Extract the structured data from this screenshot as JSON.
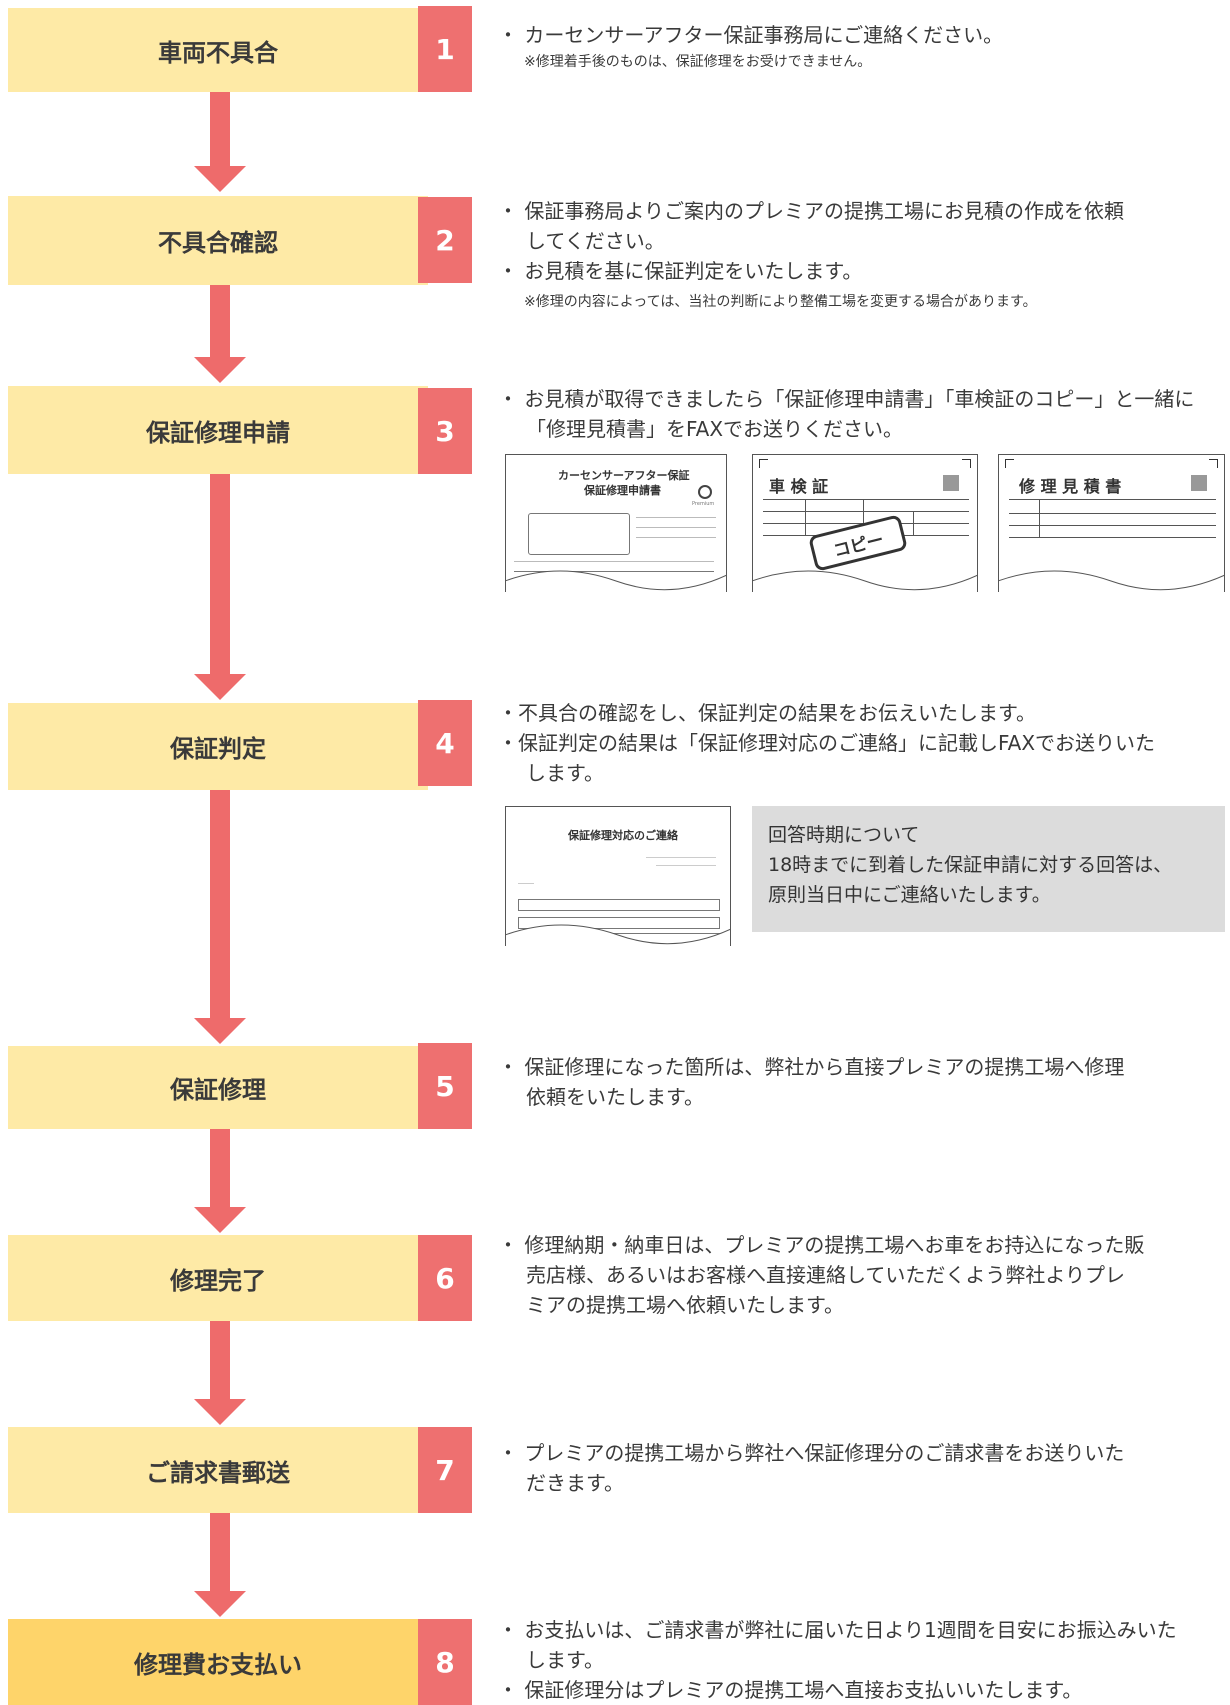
{
  "steps": [
    {
      "label": "車両不具合",
      "num": "1"
    },
    {
      "label": "不具合確認",
      "num": "2"
    },
    {
      "label": "保証修理申請",
      "num": "3"
    },
    {
      "label": "保証判定",
      "num": "4"
    },
    {
      "label": "保証修理",
      "num": "5"
    },
    {
      "label": "修理完了",
      "num": "6"
    },
    {
      "label": "ご請求書郵送",
      "num": "7"
    },
    {
      "label": "修理費お支払い",
      "num": "8"
    }
  ],
  "desc": {
    "s1": {
      "b1": "・ カーセンサーアフター保証事務局にご連絡ください。",
      "note": "※修理着手後のものは、保証修理をお受けできません。"
    },
    "s2": {
      "b1a": "・ 保証事務局よりご案内のプレミアの提携工場にお見積の作成を依頼",
      "b1b": "してください。",
      "b2": "・ お見積を基に保証判定をいたします。",
      "note": "※修理の内容によっては、当社の判断により整備工場を変更する場合があります。"
    },
    "s3": {
      "b1a": "・ お見積が取得できましたら「保証修理申請書」「車検証のコピー」と一緒に",
      "b1b": "「修理見積書」をFAXでお送りください。"
    },
    "s4": {
      "b1": "・不具合の確認をし、保証判定の結果をお伝えいたします。",
      "b2a": "・保証判定の結果は「保証修理対応のご連絡」に記載しFAXでお送りいた",
      "b2b": "します。"
    },
    "s5": {
      "b1a": "・ 保証修理になった箇所は、弊社から直接プレミアの提携工場へ修理",
      "b1b": "依頼をいたします。"
    },
    "s6": {
      "b1a": "・ 修理納期・納車日は、プレミアの提携工場へお車をお持込になった販",
      "b1b": "売店様、あるいはお客様へ直接連絡していただくよう弊社よりプレ",
      "b1c": "ミアの提携工場へ依頼いたします。"
    },
    "s7": {
      "b1a": "・ プレミアの提携工場から弊社へ保証修理分のご請求書をお送りいた",
      "b1b": "だきます。"
    },
    "s8": {
      "b1a": "・ お支払いは、ご請求書が弊社に届いた日より1週間を目安にお振込みいた",
      "b1b": "します。",
      "b2": "・ 保証修理分はプレミアの提携工場へ直接お支払いいたします。"
    }
  },
  "docs": {
    "application": {
      "title1": "カーセンサーアフター保証",
      "title2": "保証修理申請書",
      "brand": "Premium"
    },
    "shaken": {
      "title": "車 検 証",
      "stamp": "コピー"
    },
    "estimate": {
      "title": "修 理 見 積 書"
    },
    "notice": {
      "title": "保証修理対応のご連絡"
    }
  },
  "reply_note": {
    "heading": "回答時期について",
    "line1": "18時までに到着した保証申請に対する回答は、",
    "line2": "原則当日中にご連絡いたします。"
  },
  "colors": {
    "step_box": "#feeaa6",
    "step_box_last": "#fed46a",
    "accent": "#ee6b6b",
    "note_box": "#dcdcdc"
  }
}
